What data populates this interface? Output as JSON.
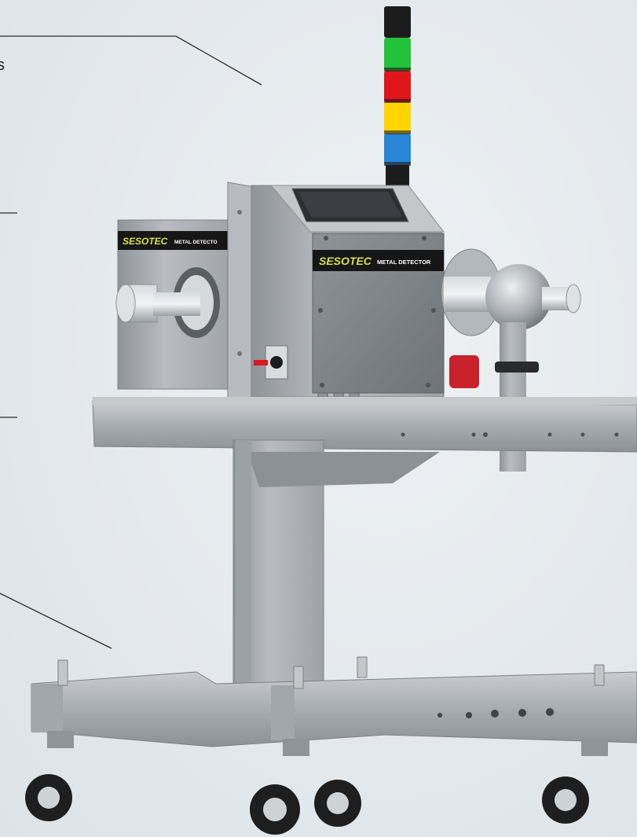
{
  "image": {
    "subject": "pipeline metal detector on mobile stand with signal tower",
    "callout_fragment": "s"
  },
  "labels": {
    "rear_brand": "SESOTEC",
    "rear_model": "METAL DETECTO",
    "front_brand": "SESOTEC",
    "front_model": "METAL DETECTOR"
  },
  "colors": {
    "background": "#e4e9ed",
    "tower_green": "#22c33a",
    "tower_red": "#e0161c",
    "tower_yellow": "#ffd400",
    "tower_blue": "#2a86d6",
    "brand_yellow": "#d8e34a",
    "steel": "#a9aeb2"
  }
}
